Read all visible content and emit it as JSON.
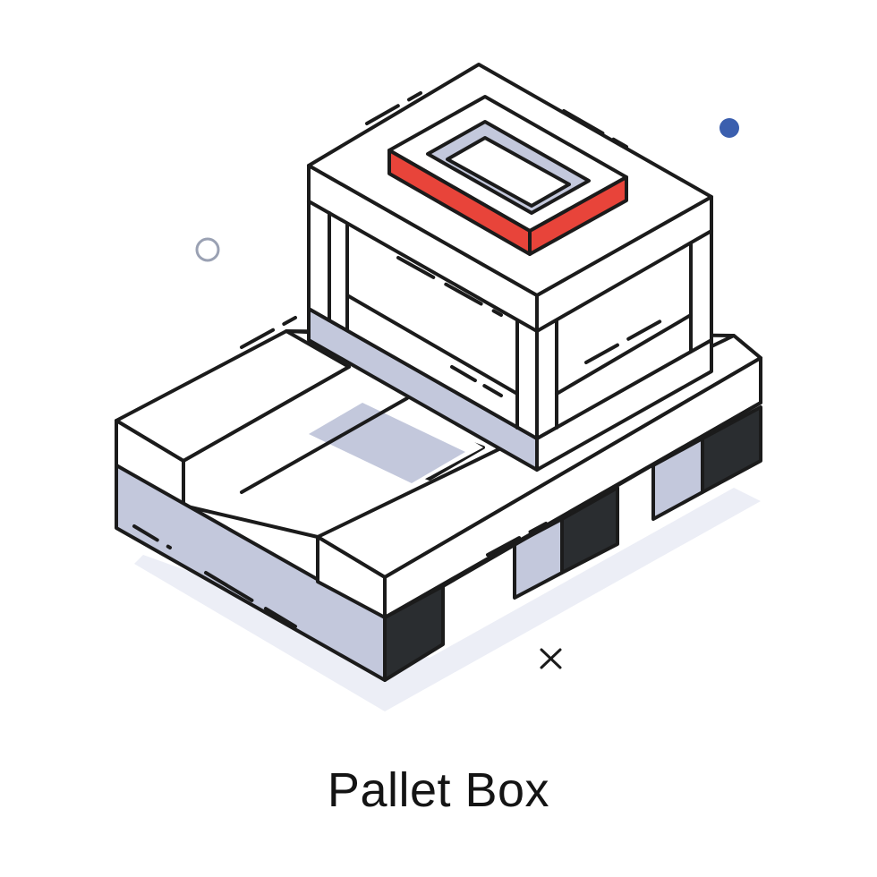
{
  "caption": "Pallet Box",
  "colors": {
    "outline": "#1b1b1b",
    "face": "#ffffff",
    "side_shade": "#c3c8dc",
    "shadow": "#eceef6",
    "block_dark": "#2a2d30",
    "lid_accent": "#e8443a",
    "dot_blue": "#3b5fae",
    "ring_gray": "#9aa1b3"
  },
  "decorations": [
    "filled-dot",
    "hollow-ring",
    "cross-mark"
  ]
}
